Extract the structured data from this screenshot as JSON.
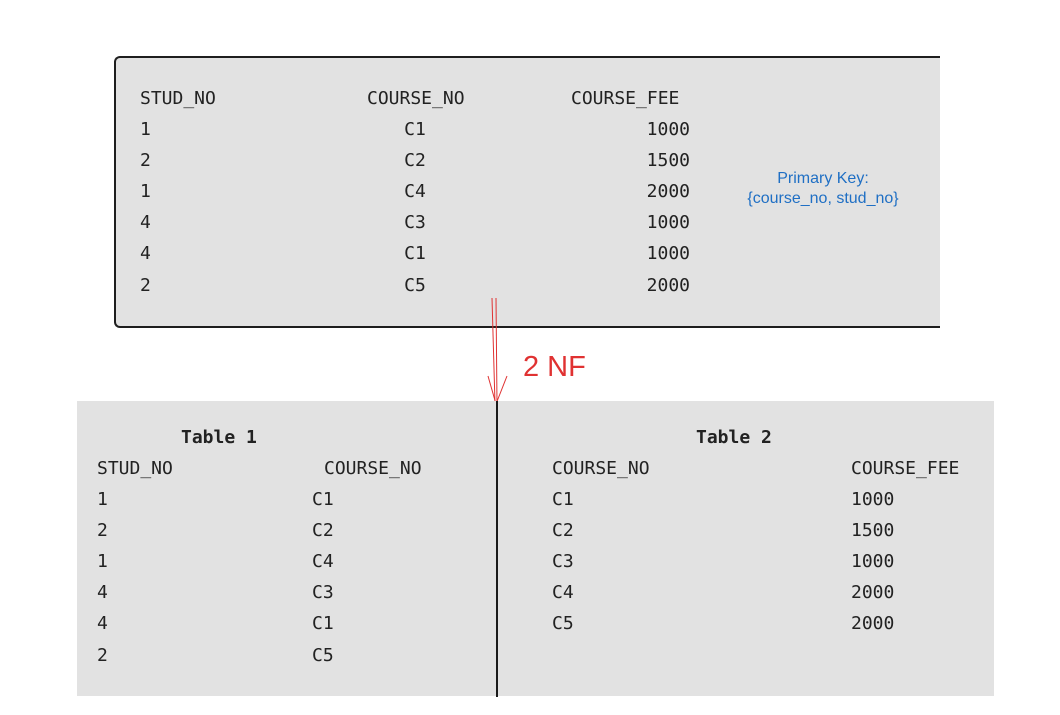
{
  "original_table": {
    "headers": [
      "STUD_NO",
      "COURSE_NO",
      "COURSE_FEE"
    ],
    "rows": [
      [
        "1",
        "C1",
        "1000"
      ],
      [
        "2",
        "C2",
        "1500"
      ],
      [
        "1",
        "C4",
        "2000"
      ],
      [
        "4",
        "C3",
        "1000"
      ],
      [
        "4",
        "C1",
        "1000"
      ],
      [
        "2",
        "C5",
        "2000"
      ]
    ],
    "primary_key_label": "Primary Key:",
    "primary_key_value": "{course_no, stud_no}"
  },
  "transition_label": "2 NF",
  "table1": {
    "title": "Table 1",
    "headers": [
      "STUD_NO",
      "COURSE_NO"
    ],
    "rows": [
      [
        "1",
        "C1"
      ],
      [
        "2",
        "C2"
      ],
      [
        "1",
        "C4"
      ],
      [
        "4",
        "C3"
      ],
      [
        "4",
        "C1"
      ],
      [
        "2",
        "C5"
      ]
    ]
  },
  "table2": {
    "title": "Table 2",
    "headers": [
      "COURSE_NO",
      "COURSE_FEE"
    ],
    "rows": [
      [
        "C1",
        "1000"
      ],
      [
        "C2",
        "1500"
      ],
      [
        "C3",
        "1000"
      ],
      [
        "C4",
        "2000"
      ],
      [
        "C5",
        "2000"
      ]
    ]
  },
  "colors": {
    "panel": "#e2e2e2",
    "text": "#222222",
    "key_text": "#1f6fc4",
    "arrow": "#e03232"
  }
}
